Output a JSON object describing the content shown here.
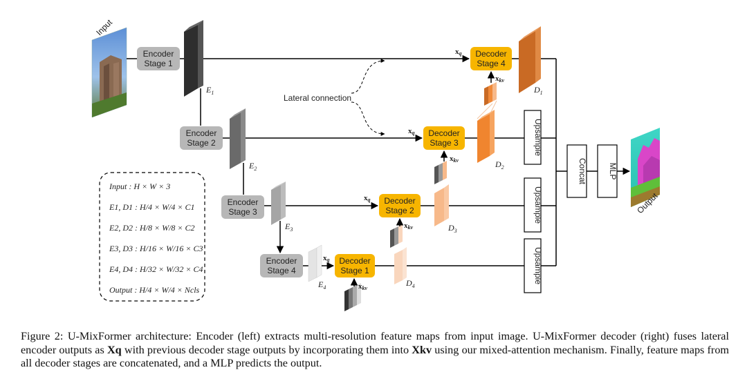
{
  "input_label": "Input",
  "output_label": "Output",
  "encoder_stages": [
    {
      "line1": "Encoder",
      "line2": "Stage 1"
    },
    {
      "line1": "Encoder",
      "line2": "Stage 2"
    },
    {
      "line1": "Encoder",
      "line2": "Stage 3"
    },
    {
      "line1": "Encoder",
      "line2": "Stage 4"
    }
  ],
  "decoder_stages": [
    {
      "line1": "Decoder",
      "line2": "Stage 4"
    },
    {
      "line1": "Decoder",
      "line2": "Stage 3"
    },
    {
      "line1": "Decoder",
      "line2": "Stage 2"
    },
    {
      "line1": "Decoder",
      "line2": "Stage 1"
    }
  ],
  "feature_labels": {
    "E": "E",
    "D": "D",
    "subs": [
      "1",
      "2",
      "3",
      "4"
    ]
  },
  "query_label": {
    "base": "x",
    "sub": "q"
  },
  "kv_label": {
    "base": "x",
    "sub": "kv"
  },
  "lateral_label": "Lateral connection",
  "upsample_label": "Upsample",
  "concat_label": "Concat",
  "mlp_label": "MLP",
  "legend": [
    {
      "lhs": "Input",
      "rhs": "H × W × 3"
    },
    {
      "lhs": "E1, D1",
      "rhs": "H/4 × W/4 × C1"
    },
    {
      "lhs": "E2, D2",
      "rhs": "H/8 × W/8 × C2"
    },
    {
      "lhs": "E3, D3",
      "rhs": "H/16 × W/16 × C3"
    },
    {
      "lhs": "E4, D4",
      "rhs": "H/32 × W/32 × C4"
    },
    {
      "lhs": "Output",
      "rhs": "H/4 × W/4 × Ncls"
    }
  ],
  "caption": {
    "part1": "Figure 2: U-MixFormer architecture: Encoder (left) extracts multi-resolution feature maps from input image. U-MixFormer decoder (right) fuses lateral encoder outputs as ",
    "xq": "Xq",
    "part2": " with previous decoder stage outputs by incorporating them into ",
    "xkv": "Xkv",
    "part3": " using our mixed-attention mechanism. Finally, feature maps from all decoder stages are concatenated, and a MLP predicts the output."
  },
  "colors": {
    "encoder_box": "#b7b7b7",
    "decoder_box": "#f7b500",
    "enc_map_1": "#3c3c3c",
    "enc_map_2": "#6e6e6e",
    "enc_map_3": "#a9a9a9",
    "enc_map_4": "#e2e2e2",
    "dec_map_1": "#d07028",
    "dec_map_2": "#f08a3a",
    "dec_map_3": "#f7b98a",
    "dec_map_4": "#f9d6bd"
  }
}
